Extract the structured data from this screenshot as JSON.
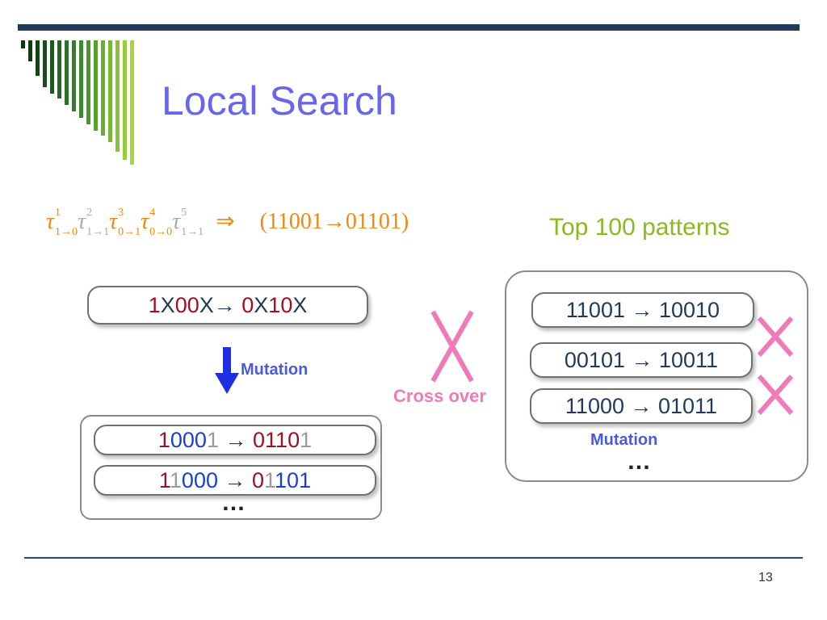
{
  "slide": {
    "title": "Local Search",
    "page_number": "13"
  },
  "formula": {
    "taus": [
      {
        "sup": "1",
        "sub": "1→0",
        "gray": false
      },
      {
        "sup": "2",
        "sub": "1→1",
        "gray": true
      },
      {
        "sup": "3",
        "sub": "0→1",
        "gray": false
      },
      {
        "sup": "4",
        "sub": "0→0",
        "gray": false
      },
      {
        "sup": "5",
        "sub": "1→1",
        "gray": true
      }
    ],
    "implies": "⇒",
    "result": {
      "open": "(",
      "lhs": "11001",
      "arrow": "→",
      "rhs": "01101",
      "close": ")"
    }
  },
  "left_panel": {
    "pattern": [
      {
        "t": "1",
        "c": "red"
      },
      {
        "t": "X",
        "c": "dblue"
      },
      {
        "t": "00",
        "c": "red"
      },
      {
        "t": "X→ ",
        "c": "dblue"
      },
      {
        "t": "0",
        "c": "red"
      },
      {
        "t": "X",
        "c": "dblue"
      },
      {
        "t": "10",
        "c": "red"
      },
      {
        "t": "X",
        "c": "dblue"
      }
    ],
    "mutation_label": "Mutation",
    "results": [
      [
        {
          "t": "1",
          "c": "red"
        },
        {
          "t": "000",
          "c": "blue"
        },
        {
          "t": "1",
          "c": "lgray"
        },
        {
          "t": " → ",
          "c": "dblue"
        },
        {
          "t": "0",
          "c": "red"
        },
        {
          "t": "11",
          "c": "red"
        },
        {
          "t": "0",
          "c": "red"
        },
        {
          "t": "1",
          "c": "lgray"
        }
      ],
      [
        {
          "t": "1",
          "c": "red"
        },
        {
          "t": "1",
          "c": "lgray"
        },
        {
          "t": "000",
          "c": "blue"
        },
        {
          "t": " → ",
          "c": "dblue"
        },
        {
          "t": "0",
          "c": "red"
        },
        {
          "t": "1",
          "c": "lgray"
        },
        {
          "t": "101",
          "c": "blue"
        }
      ]
    ],
    "ellipsis": "…"
  },
  "cross_over_label": "Cross over",
  "right_panel": {
    "heading": "Top 100 patterns",
    "patterns": [
      "11001 → 10010",
      "00101 → 10011",
      "11000 → 01011"
    ],
    "mutation_label": "Mutation",
    "ellipsis": "…"
  },
  "colors": {
    "title": "#6666ee",
    "heading_green": "#88bb22",
    "cross_pink": "#f07ab8",
    "formula_orange": "#ee8811",
    "arrow_blue": "#1f2fe0",
    "red": "#a01020",
    "dark_blue": "#1f3a5a",
    "bright_blue": "#1a3fd8"
  }
}
